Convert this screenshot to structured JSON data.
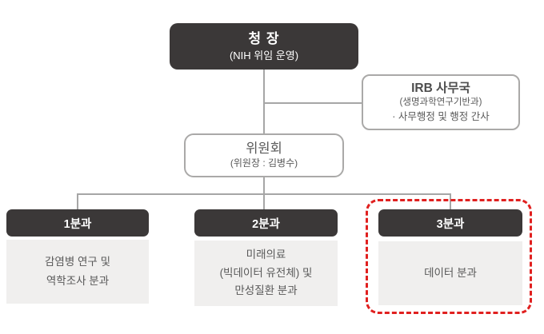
{
  "org_chart": {
    "root": {
      "title": "청 장",
      "subtitle": "(NIH 위임 운영)"
    },
    "irb_office": {
      "title": "IRB 사무국",
      "subtitle": "(생명과학연구기반과)",
      "note": "· 사무행정 및 행정 간사"
    },
    "committee": {
      "title": "위원회",
      "subtitle": "(위원장 : 김병수)"
    },
    "divisions": [
      {
        "label": "1분과",
        "lines": [
          "감염병 연구 및",
          "역학조사 분과"
        ]
      },
      {
        "label": "2분과",
        "lines": [
          "미래의료",
          "(빅데이터 유전체) 및",
          "만성질환 분과"
        ]
      },
      {
        "label": "3분과",
        "lines": [
          "데이터 분과"
        ],
        "highlighted": true
      }
    ],
    "colors": {
      "dark_box": "#3b3838",
      "light_box": "#f0efee",
      "box_border": "#aaa9a8",
      "connector": "#a6a6a6",
      "highlight_border": "#e0201f",
      "body_text": "#595959",
      "white_text": "#ffffff"
    }
  }
}
